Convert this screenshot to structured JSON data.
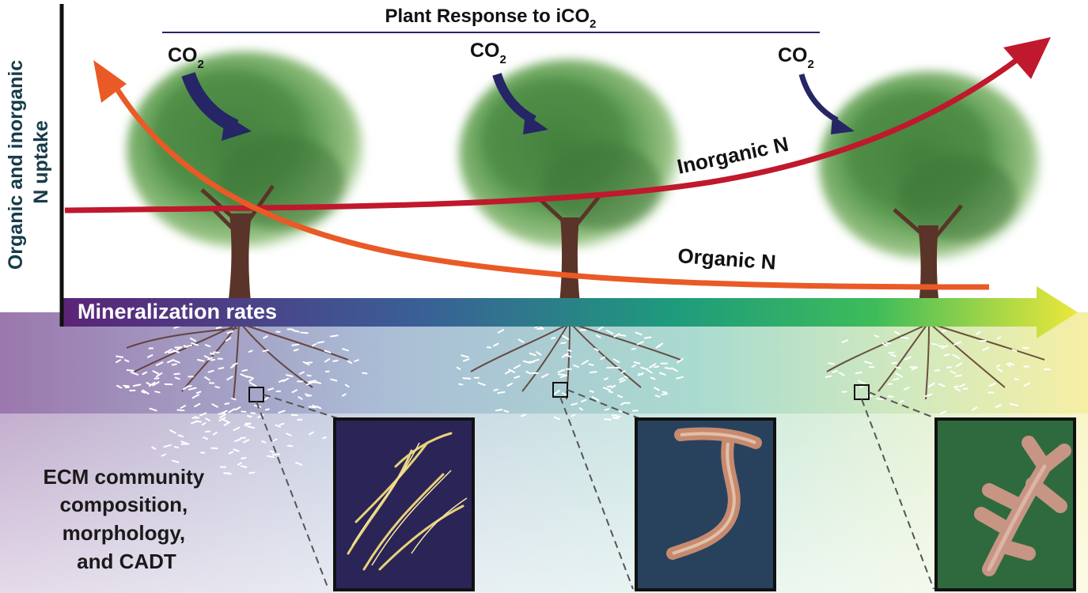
{
  "title": {
    "main": "Plant Response to iCO",
    "sub": "2"
  },
  "y_axis_label": {
    "line1": "Organic and inorganic",
    "line2": "N uptake"
  },
  "co2_labels": [
    {
      "main": "CO",
      "sub": "2"
    },
    {
      "main": "CO",
      "sub": "2"
    },
    {
      "main": "CO",
      "sub": "2"
    }
  ],
  "curve_labels": {
    "inorganic": "Inorganic N",
    "organic": "Organic N"
  },
  "mineralization_label": "Mineralization rates",
  "ecm_label": {
    "line1": "ECM community",
    "line2": "composition,",
    "line3": "morphology,",
    "line4": "and CADT"
  },
  "colors": {
    "inorganic_curve": "#c0182c",
    "organic_curve": "#ea5a26",
    "co2_arrow": "#262566",
    "axis_text": "#173c4a",
    "gradient": [
      "#5b2477",
      "#3a5f97",
      "#1e9b7c",
      "#3ebc5a",
      "#ece83a"
    ],
    "root_photo_backgrounds": [
      "#2b2456",
      "#28425e",
      "#2f6a3e"
    ]
  }
}
